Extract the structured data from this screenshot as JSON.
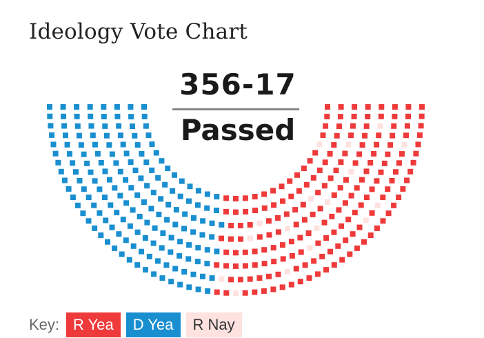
{
  "title": "Ideology Vote Chart",
  "chart_data": {
    "type": "hemicycle",
    "result": {
      "count": "356-17",
      "status": "Passed"
    },
    "totals": {
      "yea": 356,
      "nay": 17
    },
    "groups": [
      {
        "name": "D Yea",
        "count": 172,
        "color": "#1a8fd0"
      },
      {
        "name": "R Yea",
        "count": 184,
        "color": "#ee3a3a"
      },
      {
        "name": "R Nay",
        "count": 17,
        "color": "#fde2e0"
      }
    ],
    "rows": 8
  },
  "key": {
    "label": "Key:",
    "items": [
      {
        "name": "R Yea",
        "bg": "#ee3a3a",
        "fg": "#ffffff"
      },
      {
        "name": "D Yea",
        "bg": "#1a8fd0",
        "fg": "#ffffff"
      },
      {
        "name": "R Nay",
        "bg": "#fde2e0",
        "fg": "#333333"
      }
    ]
  }
}
